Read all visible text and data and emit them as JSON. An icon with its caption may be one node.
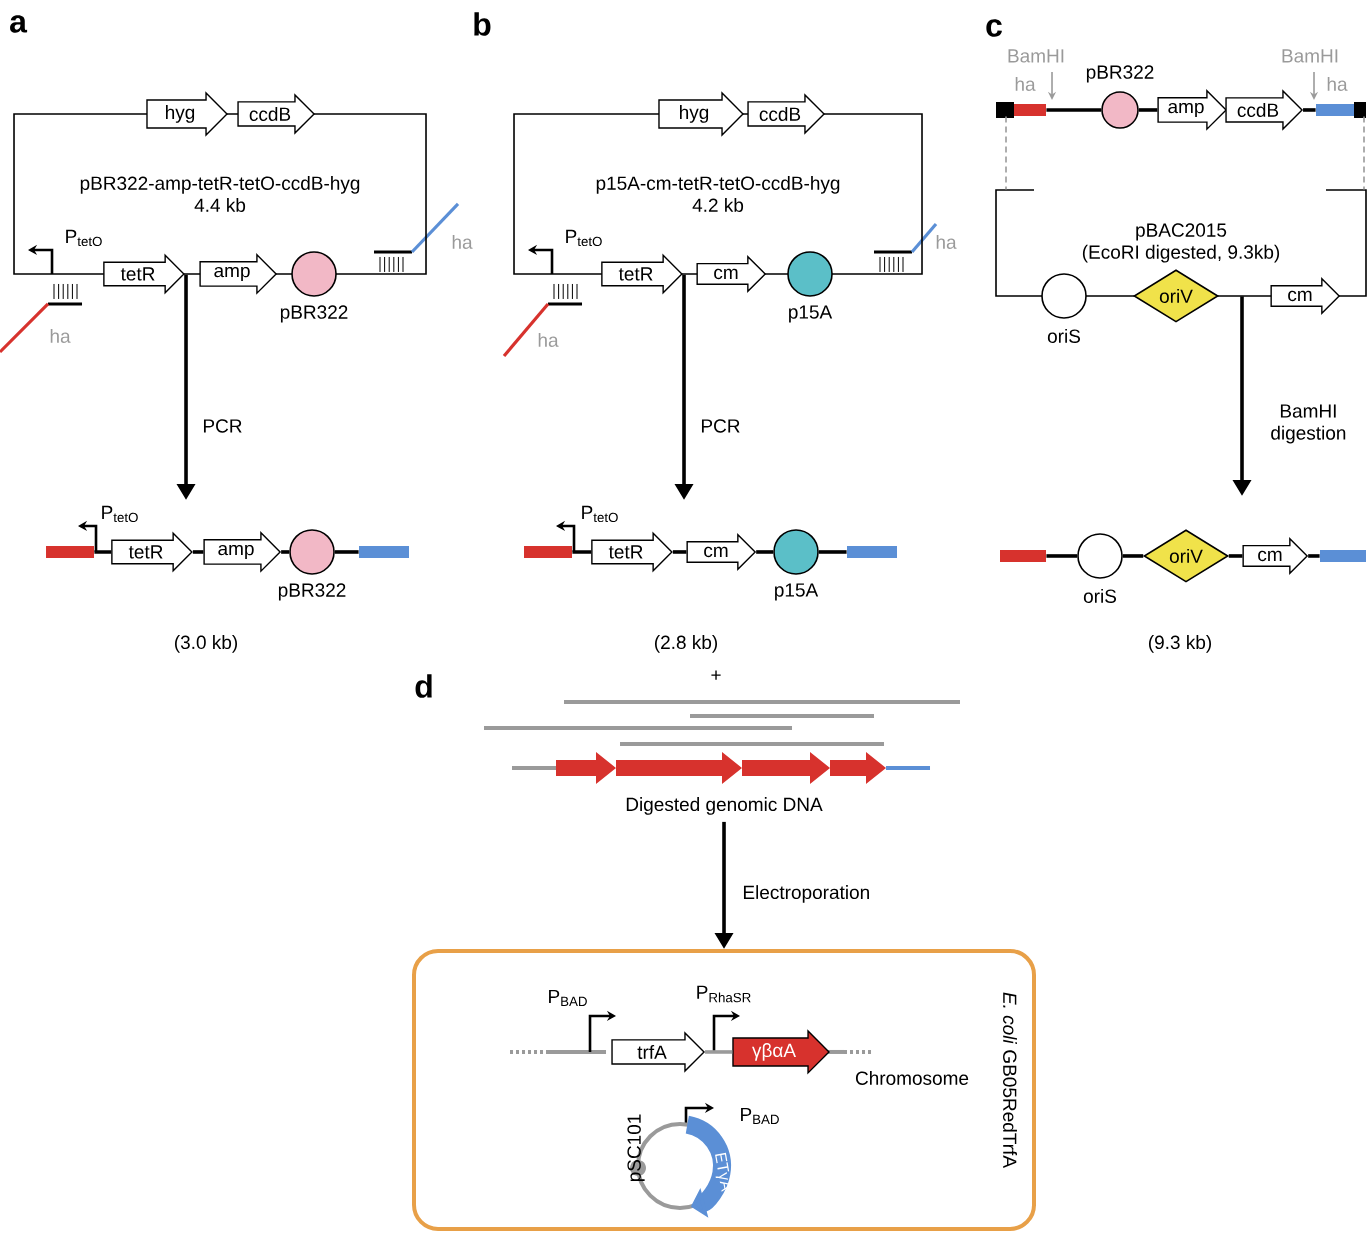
{
  "diagram": {
    "nodes": [
      {
        "text": [
          "pBR322-amp-tetR-tetO-ccdB-hyg",
          "4.4 kb"
        ]
      },
      {
        "text": [
          "hyg"
        ]
      },
      {
        "text": [
          "ccdB"
        ]
      },
      {
        "text": [
          "tetR"
        ]
      },
      {
        "text": [
          "amp"
        ]
      },
      {
        "text": [],
        "shape": "circle",
        "beside": [
          "pBR322"
        ]
      },
      {
        "text": [],
        "shape": "bar"
      },
      {
        "text": [
          "tetR"
        ]
      },
      {
        "text": [
          "amp"
        ]
      },
      {
        "text": [],
        "shape": "circle",
        "beside": [
          "pBR322"
        ]
      },
      {
        "text": [],
        "shape": "bar"
      },
      {
        "text": [
          "p15A-cm-tetR-tetO-ccdB-hyg",
          "4.2 kb"
        ]
      },
      {
        "text": [
          "hyg"
        ]
      },
      {
        "text": [
          "ccdB"
        ]
      },
      {
        "text": [
          "tetR"
        ]
      },
      {
        "text": [
          "cm"
        ]
      },
      {
        "text": [],
        "shape": "circle",
        "beside": [
          "p15A"
        ]
      },
      {
        "text": [],
        "shape": "bar"
      },
      {
        "text": [
          "tetR"
        ]
      },
      {
        "text": [
          "cm"
        ]
      },
      {
        "text": [],
        "shape": "circle",
        "beside": [
          "p15A"
        ]
      },
      {
        "text": [],
        "shape": "bar"
      },
      {
        "text": [],
        "shape": "bar",
        "beside": [
          "ha"
        ]
      },
      {
        "text": [],
        "shape": "circle",
        "beside": [
          "pBR322"
        ]
      },
      {
        "text": [
          "amp"
        ]
      },
      {
        "text": [
          "ccdB"
        ]
      },
      {
        "text": [],
        "shape": "bar",
        "beside": [
          "ha"
        ]
      },
      {
        "text": [
          "pBAC2015",
          "(EcoRI digested, 9.3kb)"
        ]
      },
      {
        "text": [],
        "shape": "circle",
        "beside": [
          "oriS"
        ]
      },
      {
        "text": [
          "oriV"
        ]
      },
      {
        "text": [
          "cm"
        ]
      },
      {
        "text": [],
        "shape": "bar"
      },
      {
        "text": [],
        "shape": "circle",
        "beside": [
          "oriS"
        ]
      },
      {
        "text": [
          "oriV"
        ]
      },
      {
        "text": [
          "cm"
        ]
      },
      {
        "text": [],
        "shape": "bar"
      },
      {
        "text": [
          "Digested genomic DNA"
        ]
      },
      {
        "text": [
          "*E. coli* GB05RedTrfA"
        ]
      },
      {
        "text": [
          "trfA"
        ],
        "in": 37
      },
      {
        "text": [
          "γβαA"
        ],
        "in": 37
      },
      {
        "text": [
          "ETγA"
        ],
        "in": 37
      }
    ],
    "edges": [
      {
        "from": 0,
        "to": null,
        "arrow": "to",
        "label": "PCR"
      },
      {
        "from": 11,
        "to": null,
        "arrow": "to",
        "label": "PCR"
      },
      {
        "from": 27,
        "to": null,
        "arrow": "to",
        "label": "BamHI digestion"
      },
      {
        "from": 36,
        "to": 37,
        "arrow": "to",
        "label": "Electroporation"
      },
      {
        "from": 6,
        "to": 7,
        "arrow": "none"
      },
      {
        "from": 7,
        "to": 8,
        "arrow": "none"
      },
      {
        "from": 8,
        "to": 9,
        "arrow": "none"
      },
      {
        "from": 9,
        "to": 10,
        "arrow": "none"
      },
      {
        "from": 17,
        "to": 18,
        "arrow": "none"
      },
      {
        "from": 18,
        "to": 19,
        "arrow": "none"
      },
      {
        "from": 19,
        "to": 20,
        "arrow": "none"
      },
      {
        "from": 20,
        "to": 21,
        "arrow": "none"
      },
      {
        "from": 22,
        "to": 23,
        "arrow": "none"
      },
      {
        "from": 23,
        "to": 24,
        "arrow": "none"
      },
      {
        "from": 25,
        "to": 26,
        "arrow": "none"
      },
      {
        "from": 31,
        "to": 32,
        "arrow": "none"
      },
      {
        "from": 32,
        "to": 33,
        "arrow": "none"
      },
      {
        "from": 33,
        "to": 34,
        "arrow": "none"
      },
      {
        "from": 34,
        "to": 35,
        "arrow": "none"
      },
      {
        "from": 38,
        "to": 39,
        "arrow": "none",
        "color": "#9a9a9a"
      },
      {
        "from": 22,
        "to": 27,
        "arrow": "none",
        "style": "dashed",
        "color": "#9a9a9a"
      },
      {
        "from": 26,
        "to": 27,
        "arrow": "none",
        "style": "dashed",
        "color": "#9a9a9a"
      }
    ],
    "labels": [
      "a",
      "b",
      "c",
      "P$_{tetO}$",
      "ha",
      "ha",
      "P$_{tetO}$",
      "(3.0 kb)",
      "P$_{tetO}$",
      "ha",
      "ha",
      "P$_{tetO}$",
      "(2.8 kb)",
      "BamHI",
      "BamHI",
      "(9.3 kb)",
      "d",
      "+",
      "P$_{BAD}$",
      "P$_{RhaSR}$",
      "Chromosome",
      "P$_{BAD}$",
      "pSC101"
    ]
  }
}
